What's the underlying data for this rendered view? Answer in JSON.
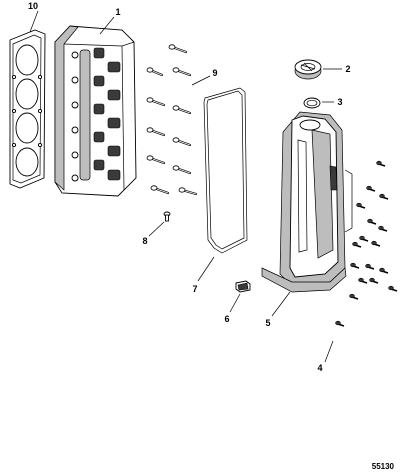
{
  "diagram": {
    "figure_number": "55130",
    "callouts": [
      "10",
      "1",
      "9",
      "2",
      "3",
      "8",
      "7",
      "6",
      "5",
      "4"
    ],
    "colors": {
      "line": "#000000",
      "shading": "#bdbdbd",
      "dark_fill": "#3a3a3a",
      "background": "#ffffff"
    }
  }
}
